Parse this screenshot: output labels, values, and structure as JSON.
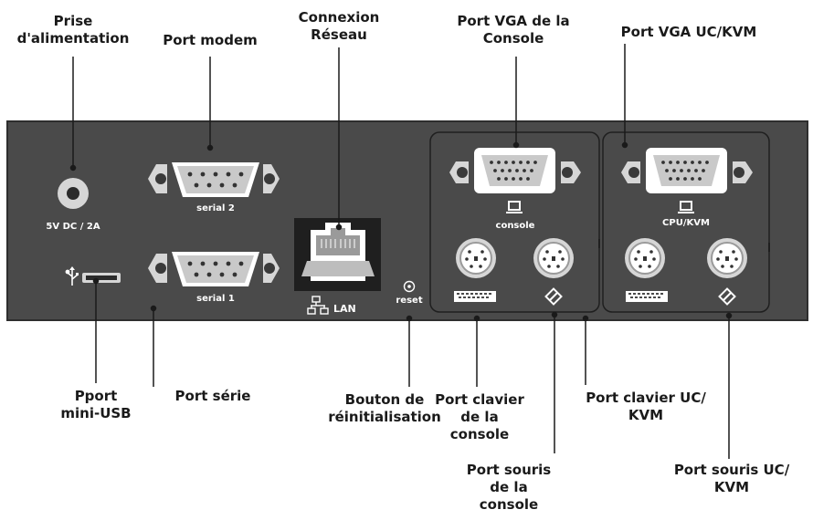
{
  "callouts": {
    "power": "Prise\nd'alimentation",
    "modem": "Port modem",
    "network": "Connexion\nRéseau",
    "console_vga": "Port VGA de la\nConsole",
    "cpu_vga": "Port VGA UC/KVM",
    "usb": "Pport\nmini-USB",
    "serial": "Port série",
    "reset": "Bouton de\nréinitialisation",
    "console_keyboard": "Port clavier\nde la\nconsole",
    "console_mouse": "Port souris\nde la\nconsole",
    "cpu_keyboard": "Port clavier UC/\nKVM",
    "cpu_mouse": "Port souris UC/\nKVM"
  },
  "panel_labels": {
    "power_rating": "5V DC / 2A",
    "serial2": "serial 2",
    "serial1": "serial 1",
    "lan": "LAN",
    "reset": "reset",
    "console": "console",
    "cpu_kvm": "CPU/KVM"
  },
  "colors": {
    "panel": "#4a4a4a",
    "panel_edge": "#2e2e2e",
    "port_metal": "#c9c9c9",
    "leader": "#1a1a1a"
  }
}
